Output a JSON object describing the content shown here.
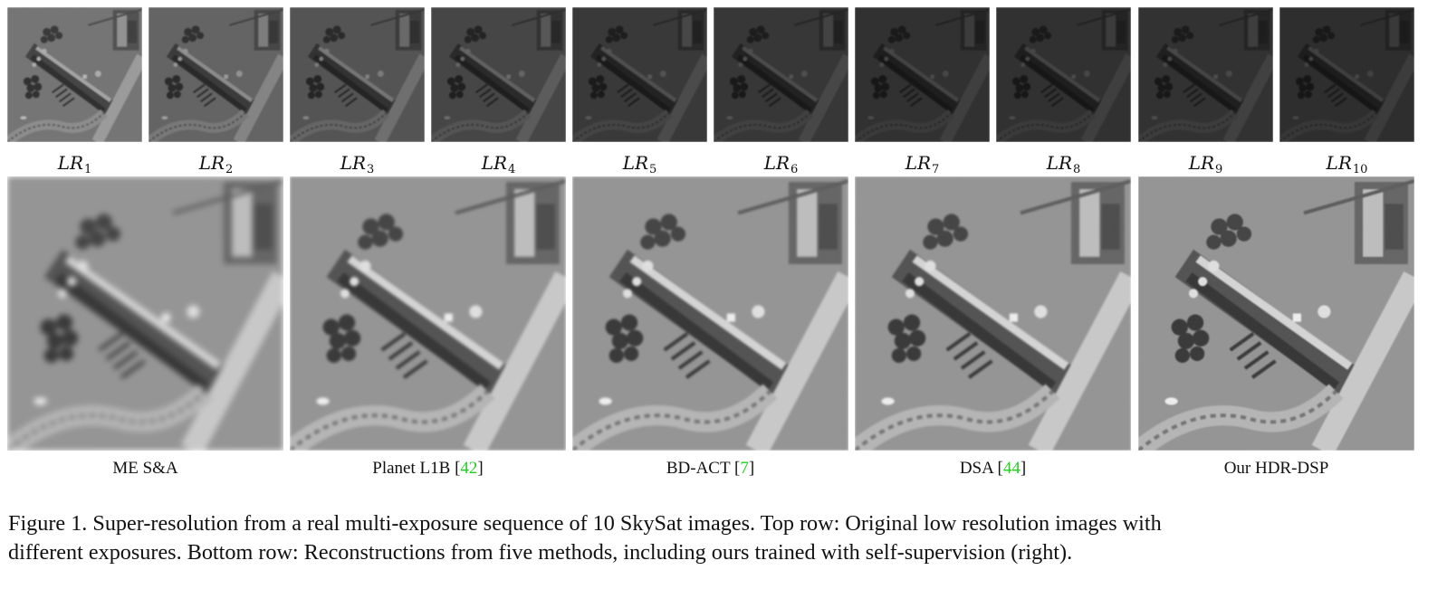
{
  "top_row": {
    "labels": [
      {
        "base": "LR",
        "sub": "1"
      },
      {
        "base": "LR",
        "sub": "2"
      },
      {
        "base": "LR",
        "sub": "3"
      },
      {
        "base": "LR",
        "sub": "4"
      },
      {
        "base": "LR",
        "sub": "5"
      },
      {
        "base": "LR",
        "sub": "6"
      },
      {
        "base": "LR",
        "sub": "7"
      },
      {
        "base": "LR",
        "sub": "8"
      },
      {
        "base": "LR",
        "sub": "9"
      },
      {
        "base": "LR",
        "sub": "10"
      }
    ],
    "brightness": [
      0.78,
      0.66,
      0.55,
      0.45,
      0.36,
      0.34,
      0.3,
      0.3,
      0.31,
      0.28
    ]
  },
  "bottom_row": {
    "methods": [
      {
        "name": "ME S&A",
        "ref": ""
      },
      {
        "name": "Planet L1B",
        "ref": "42"
      },
      {
        "name": "BD-ACT",
        "ref": "7"
      },
      {
        "name": "DSA",
        "ref": "44"
      },
      {
        "name": "Our HDR-DSP",
        "ref": ""
      }
    ],
    "blur": [
      3.2,
      1.6,
      1.2,
      1.0,
      0.7
    ]
  },
  "colors": {
    "citation": "#1fd11f"
  },
  "caption": {
    "line1": "Figure 1.  Super-resolution from a real multi-exposure sequence of 10 SkySat images.  Top row: Original low resolution images with",
    "line2": "different exposures. Bottom row: Reconstructions from five methods, including ours trained with self-supervision (right)."
  }
}
